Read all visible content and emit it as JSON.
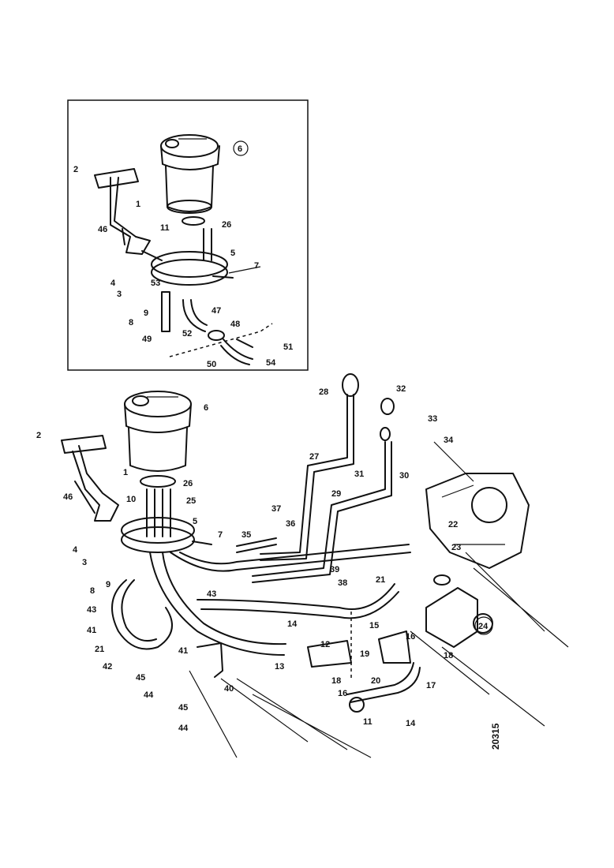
{
  "drawing_number": "20315",
  "inset_labels": [
    "2",
    "6",
    "1",
    "11",
    "26",
    "46",
    "5",
    "7",
    "4",
    "53",
    "3",
    "9",
    "8",
    "47",
    "49",
    "52",
    "48",
    "51",
    "50",
    "54"
  ],
  "main_labels": [
    "28",
    "32",
    "33",
    "34",
    "6",
    "2",
    "27",
    "31",
    "30",
    "1",
    "26",
    "29",
    "46",
    "10",
    "25",
    "37",
    "5",
    "22",
    "7",
    "35",
    "36",
    "23",
    "4",
    "3",
    "39",
    "9",
    "38",
    "21",
    "8",
    "43",
    "43",
    "15",
    "14",
    "41",
    "16",
    "24",
    "12",
    "21",
    "19",
    "18",
    "42",
    "41",
    "13",
    "45",
    "40",
    "18",
    "20",
    "17",
    "44",
    "16",
    "45",
    "11",
    "14",
    "44"
  ]
}
